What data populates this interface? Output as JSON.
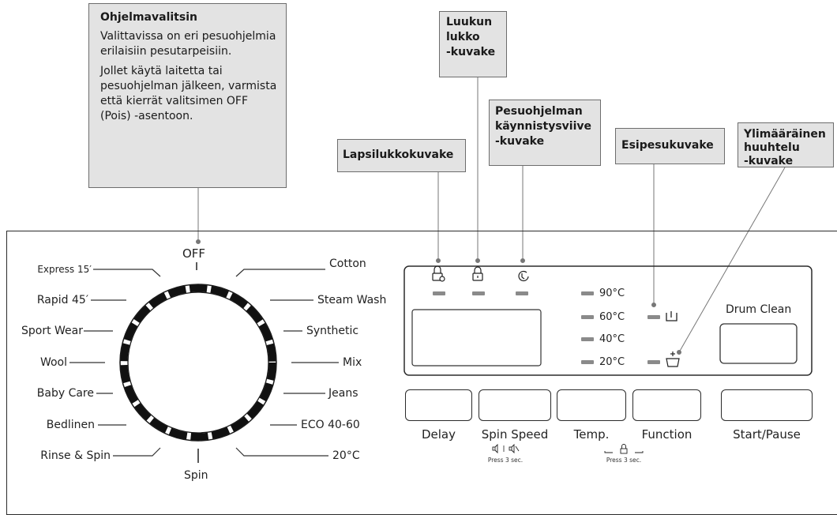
{
  "callouts": {
    "program_selector": {
      "title": "Ohjelmavalitsin",
      "p1": "Valittavissa on eri pesuohjelmia erilaisiin pesutarpeisiin.",
      "p2": "Jollet käytä laitetta tai pesuohjelman jälkeen, varmista että kierrät valitsimen OFF (Pois) -asentoon."
    },
    "door_lock": {
      "line1": "Luukun",
      "line2": "lukko",
      "line3": "-kuvake"
    },
    "child_lock": {
      "title": "Lapsilukkokuvake"
    },
    "delay_start": {
      "line1": "Pesuohjelman",
      "line2": "käynnistysviive",
      "line3": "-kuvake"
    },
    "prewash": {
      "title": "Esipesukuvake"
    },
    "extra_rinse": {
      "line1": "Ylimääräinen",
      "line2": "huuhtelu",
      "line3": "-kuvake"
    }
  },
  "dial": {
    "off": "OFF",
    "bottom": "Spin",
    "left": [
      "Express 15′",
      "Rapid 45′",
      "Sport Wear",
      "Wool",
      "Baby Care",
      "Bedlinen",
      "Rinse & Spin"
    ],
    "right": [
      "Cotton",
      "Steam Wash",
      "Synthetic",
      "Mix",
      "Jeans",
      "ECO 40-60",
      "20°C"
    ]
  },
  "display": {
    "temps": [
      "90°C",
      "60°C",
      "40°C",
      "20°C"
    ],
    "drum_clean": "Drum Clean"
  },
  "buttons": {
    "delay": "Delay",
    "spin_speed": "Spin Speed",
    "temp": "Temp.",
    "function": "Function",
    "start_pause": "Start/Pause",
    "spin_hint": "Press 3 sec.",
    "function_hint": "Press 3 sec."
  },
  "icons": [
    "child-lock-icon",
    "door-lock-icon",
    "delay-clock-icon",
    "prewash-icon",
    "extra-rinse-icon",
    "sound-icon",
    "mute-icon"
  ]
}
